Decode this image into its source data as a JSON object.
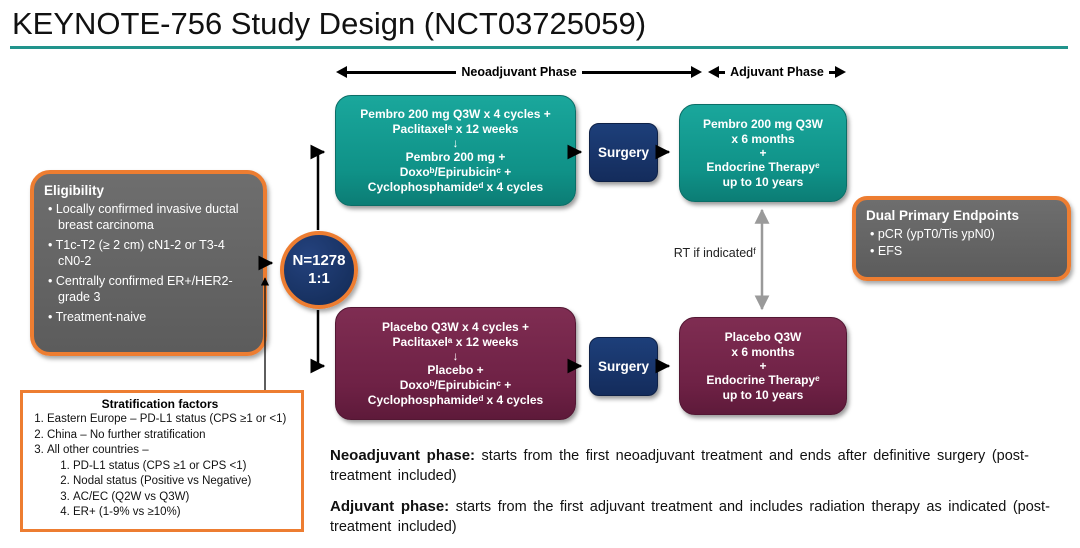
{
  "title": "KEYNOTE-756 Study Design (NCT03725059)",
  "phases": {
    "neoadjuvant_label": "Neoadjuvant Phase",
    "adjuvant_label": "Adjuvant Phase"
  },
  "eligibility": {
    "heading": "Eligibility",
    "items": [
      "Locally confirmed invasive ductal breast carcinoma",
      "T1c-T2 (≥ 2 cm) cN1-2 or T3-4 cN0-2",
      "Centrally confirmed ER+/HER2- grade 3",
      "Treatment-naive"
    ]
  },
  "randomization": {
    "n": "N=1278",
    "ratio": "1:1"
  },
  "arms": {
    "pembro_neoadjuvant": {
      "lines": [
        "Pembro 200 mg Q3W x 4 cycles +",
        "Paclitaxelᵃ x 12 weeks",
        "↓",
        "Pembro 200 mg +",
        "Doxoᵇ/Epirubicinᶜ +",
        "Cyclophosphamideᵈ x 4 cycles"
      ]
    },
    "placebo_neoadjuvant": {
      "lines": [
        "Placebo Q3W x 4 cycles +",
        "Paclitaxelᵃ x 12 weeks",
        "↓",
        "Placebo +",
        "Doxoᵇ/Epirubicinᶜ +",
        "Cyclophosphamideᵈ x 4 cycles"
      ]
    },
    "pembro_adjuvant": {
      "lines": [
        "Pembro 200 mg Q3W",
        "x 6 months",
        "+",
        "Endocrine Therapyᵉ",
        "up to 10 years"
      ]
    },
    "placebo_adjuvant": {
      "lines": [
        "Placebo Q3W",
        "x 6 months",
        "+",
        "Endocrine Therapyᵉ",
        "up to 10 years"
      ]
    }
  },
  "surgery_label": "Surgery",
  "rt_note": "RT if indicatedᶠ",
  "endpoints": {
    "heading": "Dual Primary Endpoints",
    "items": [
      "pCR (ypT0/Tis  ypN0)",
      "EFS"
    ]
  },
  "stratification": {
    "heading": "Stratification factors",
    "items": [
      "Eastern Europe – PD-L1 status (CPS ≥1 or <1)",
      "China – No further stratification",
      "All other countries –"
    ],
    "subitems": [
      "PD-L1 status (CPS ≥1 or CPS <1)",
      "Nodal status (Positive vs Negative)",
      "AC/EC (Q2W vs Q3W)",
      "ER+ (1-9% vs ≥10%)"
    ]
  },
  "notes": [
    {
      "label": "Neoadjuvant phase:",
      "text": " starts from the first neoadjuvant treatment and ends after definitive surgery (post-treatment included)"
    },
    {
      "label": "Adjuvant phase:",
      "text": " starts from the first adjuvant treatment and includes radiation therapy as indicated (post-treatment included)"
    }
  ],
  "colors": {
    "teal": "#12978D",
    "maroon": "#722347",
    "navy": "#17356B",
    "gray_box": "#636363",
    "orange_border": "#ED7D31",
    "underline_teal": "#21948C"
  }
}
